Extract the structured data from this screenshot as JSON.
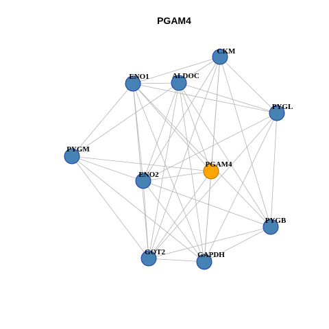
{
  "title": "PGAM4",
  "colors": {
    "background": "#ffffff",
    "edge": "#b3b3b3",
    "node_fill": "#4682b4",
    "node_border": "#1b3aa8",
    "focus_fill": "#ffa500",
    "focus_border": "#b36b00",
    "label": "#000000",
    "title": "#000000"
  },
  "nodes": [
    {
      "id": "CKM",
      "label": "CKM"
    },
    {
      "id": "ENO1",
      "label": "ENO1"
    },
    {
      "id": "ALDOC",
      "label": "ALDOC"
    },
    {
      "id": "PYGL",
      "label": "PYGL"
    },
    {
      "id": "PYGM",
      "label": "PYGM"
    },
    {
      "id": "PGAM4",
      "label": "PGAM4",
      "focus": true
    },
    {
      "id": "ENO2",
      "label": "ENO2"
    },
    {
      "id": "PYGB",
      "label": "PYGB"
    },
    {
      "id": "GOT2",
      "label": "GOT2"
    },
    {
      "id": "GAPDH",
      "label": "GAPDH"
    }
  ],
  "edges": [
    [
      "CKM",
      "ENO1"
    ],
    [
      "CKM",
      "ALDOC"
    ],
    [
      "CKM",
      "PYGL"
    ],
    [
      "CKM",
      "ENO2"
    ],
    [
      "CKM",
      "GOT2"
    ],
    [
      "CKM",
      "GAPDH"
    ],
    [
      "CKM",
      "PYGB"
    ],
    [
      "CKM",
      "PGAM4"
    ],
    [
      "ENO1",
      "ALDOC"
    ],
    [
      "ENO1",
      "PYGL"
    ],
    [
      "ENO1",
      "PYGM"
    ],
    [
      "ENO1",
      "ENO2"
    ],
    [
      "ENO1",
      "GOT2"
    ],
    [
      "ENO1",
      "GAPDH"
    ],
    [
      "ENO1",
      "PGAM4"
    ],
    [
      "ENO1",
      "PYGB"
    ],
    [
      "ALDOC",
      "PYGL"
    ],
    [
      "ALDOC",
      "PYGM"
    ],
    [
      "ALDOC",
      "ENO2"
    ],
    [
      "ALDOC",
      "GOT2"
    ],
    [
      "ALDOC",
      "GAPDH"
    ],
    [
      "ALDOC",
      "PYGB"
    ],
    [
      "ALDOC",
      "PGAM4"
    ],
    [
      "PYGL",
      "PYGB"
    ],
    [
      "PYGL",
      "ENO2"
    ],
    [
      "PYGL",
      "GOT2"
    ],
    [
      "PYGL",
      "GAPDH"
    ],
    [
      "PYGM",
      "ENO2"
    ],
    [
      "PYGM",
      "GOT2"
    ],
    [
      "PYGM",
      "GAPDH"
    ],
    [
      "PYGM",
      "PGAM4"
    ],
    [
      "ENO2",
      "PGAM4"
    ],
    [
      "ENO2",
      "PYGB"
    ],
    [
      "ENO2",
      "GOT2"
    ],
    [
      "ENO2",
      "GAPDH"
    ],
    [
      "PGAM4",
      "GOT2"
    ],
    [
      "PGAM4",
      "GAPDH"
    ],
    [
      "PYGB",
      "GAPDH"
    ],
    [
      "PYGB",
      "GOT2"
    ],
    [
      "GOT2",
      "GAPDH"
    ]
  ]
}
